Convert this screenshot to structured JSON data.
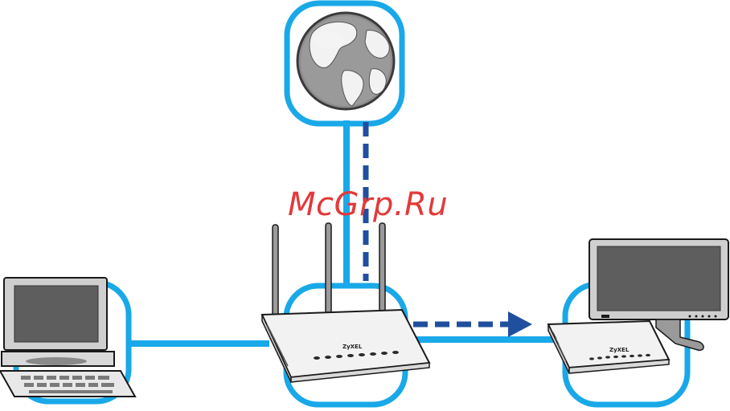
{
  "watermark": {
    "text": "McGrp.Ru"
  },
  "router_main": {
    "brand": "ZyXEL"
  },
  "router_small": {
    "brand": "ZyXEL"
  },
  "colors": {
    "ring": "#19a8e8",
    "dashed_arrow": "#1f4f9e",
    "device_body": "#f2f2f2",
    "device_edge": "#1a1a1a",
    "screen": "#5e5e5e",
    "monitor_frame": "#cfcfcf"
  },
  "icons": [
    "globe-icon",
    "laptop-icon",
    "router-icon",
    "media-client-icon",
    "tv-icon",
    "arrow-right-icon"
  ]
}
